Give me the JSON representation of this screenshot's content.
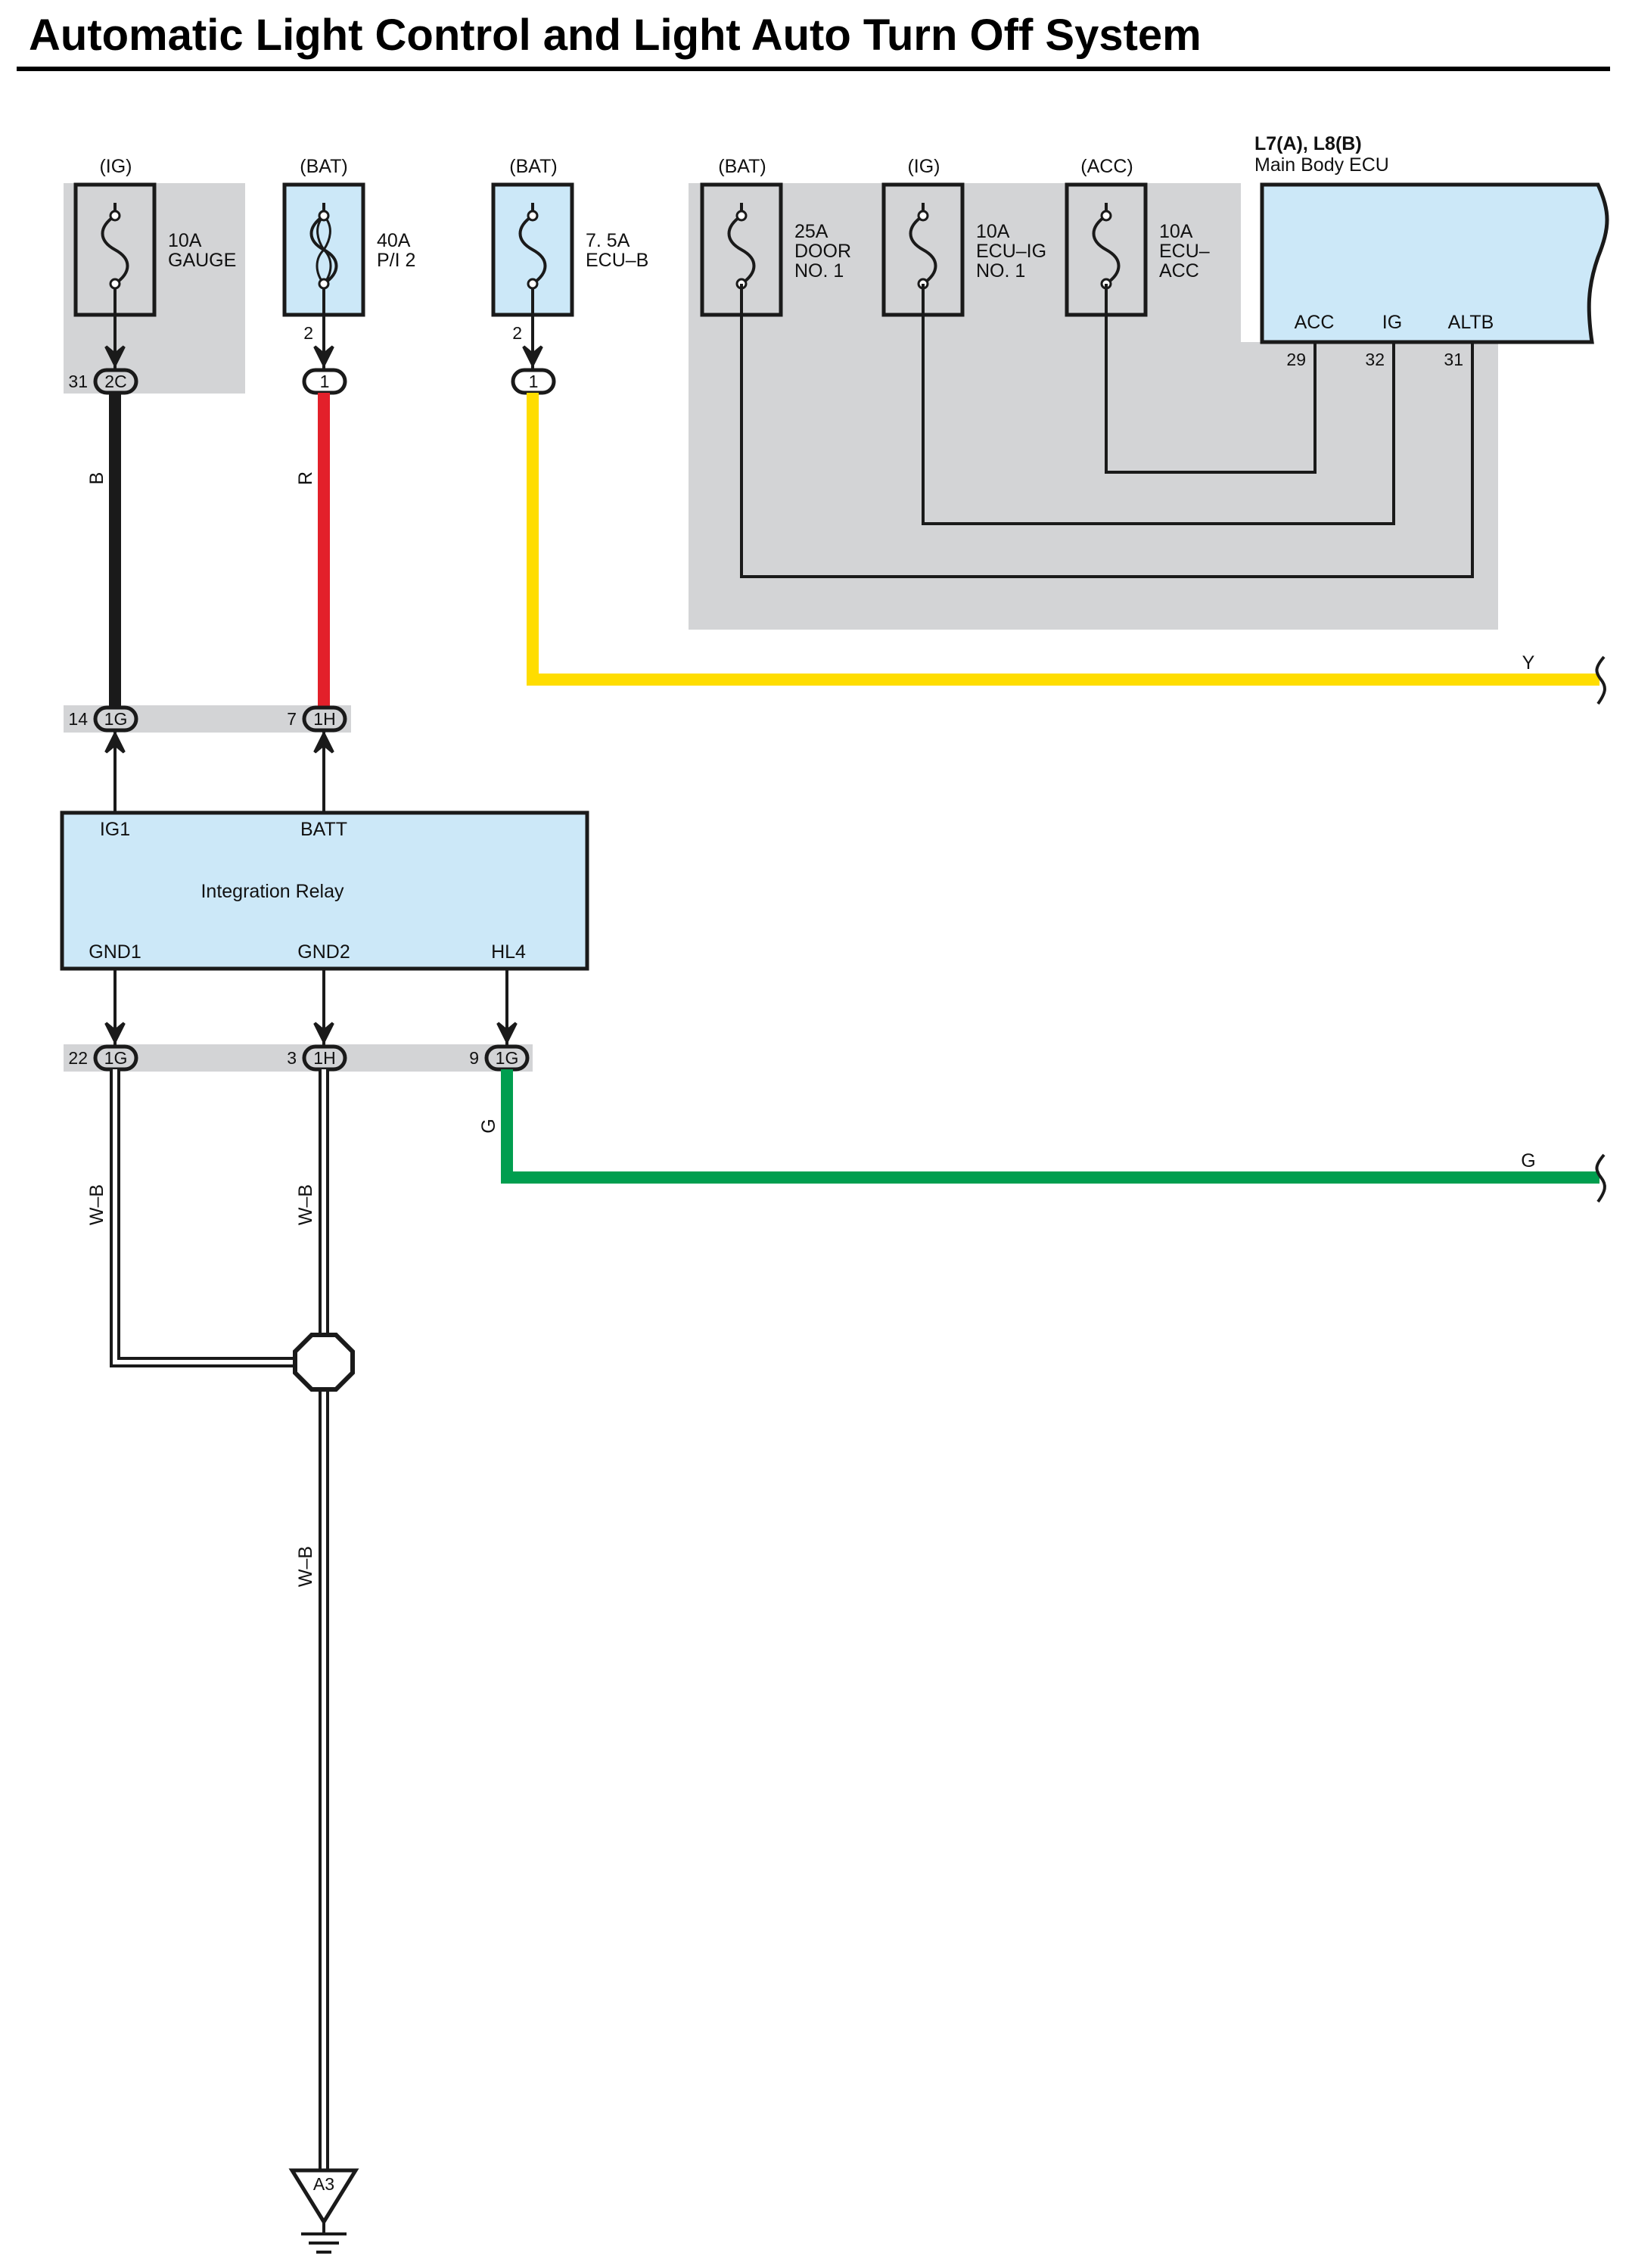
{
  "title": "Automatic Light Control and Light Auto Turn Off System",
  "colors": {
    "shade": "#d3d4d6",
    "component_fill": "#cce8f8",
    "wire_black": "#1a1a1a",
    "wire_red": "#e3202a",
    "wire_yellow": "#ffdd00",
    "wire_green": "#009e4f"
  },
  "fuses": [
    {
      "source": "(IG)",
      "rating": "10A",
      "name": "GAUGE",
      "name2": ""
    },
    {
      "source": "(BAT)",
      "rating": "40A",
      "name": "P/I 2",
      "name2": ""
    },
    {
      "source": "(BAT)",
      "rating": "7. 5A",
      "name": "ECU–B",
      "name2": ""
    },
    {
      "source": "(BAT)",
      "rating": "25A",
      "name": "DOOR",
      "name2": "NO. 1"
    },
    {
      "source": "(IG)",
      "rating": "10A",
      "name": "ECU–IG",
      "name2": "NO. 1"
    },
    {
      "source": "(ACC)",
      "rating": "10A",
      "name": "ECU–",
      "name2": "ACC"
    }
  ],
  "main_body_ecu": {
    "ref": "L7(A), L8(B)",
    "name": "Main Body ECU",
    "pins": [
      {
        "label": "ACC",
        "number": "29"
      },
      {
        "label": "IG",
        "number": "32"
      },
      {
        "label": "ALTB",
        "number": "31"
      }
    ]
  },
  "upper_connectors": [
    {
      "pin": "31",
      "id": "2C"
    },
    {
      "pin": "",
      "id": "1",
      "fuse_pin": "2"
    },
    {
      "pin": "",
      "id": "1",
      "fuse_pin": "2"
    }
  ],
  "wires": {
    "gauge": "B",
    "pi2": "R",
    "ecub": "Y",
    "hl4": "G",
    "hl4_end": "G",
    "gnd1": "W–B",
    "gnd2": "W–B",
    "ground": "W–B"
  },
  "relay_top_connectors": [
    {
      "pin": "14",
      "id": "1G"
    },
    {
      "pin": "7",
      "id": "1H"
    }
  ],
  "integration_relay": {
    "name": "Integration Relay",
    "top_pins": [
      "IG1",
      "BATT"
    ],
    "bottom_pins": [
      "GND1",
      "GND2",
      "HL4"
    ]
  },
  "relay_bottom_connectors": [
    {
      "pin": "22",
      "id": "1G"
    },
    {
      "pin": "3",
      "id": "1H"
    },
    {
      "pin": "9",
      "id": "1G"
    }
  ],
  "ground": {
    "id": "A3"
  }
}
